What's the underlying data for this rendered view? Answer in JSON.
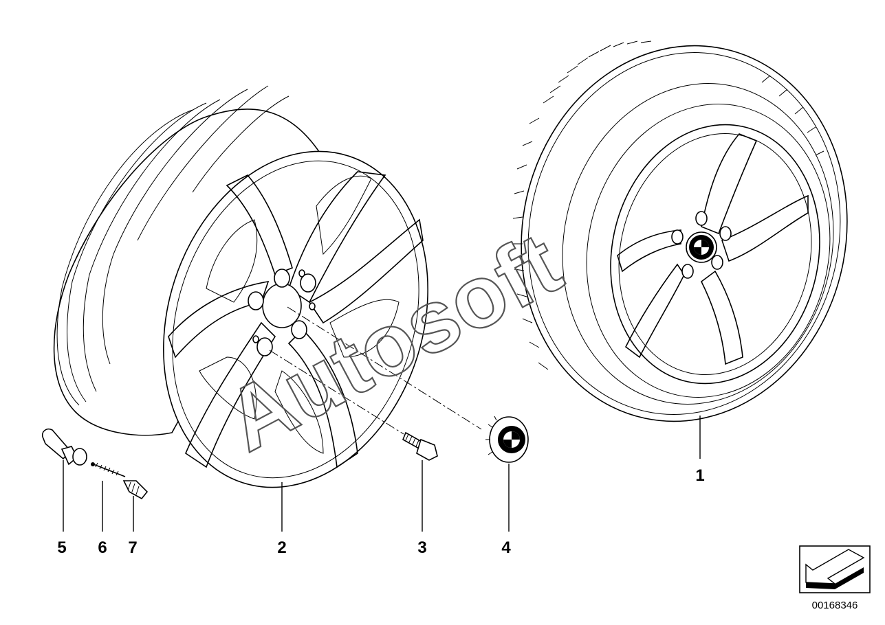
{
  "watermark": "Autosoft",
  "document_number": "00168346",
  "callouts": {
    "complete_wheel": "1",
    "light_alloy_rim": "2",
    "wheel_bolt": "3",
    "hub_cap": "4",
    "valve": "5",
    "valve_insert": "6",
    "valve_cap": "7"
  },
  "icons": {
    "direction_arrow": "arrow-down-left-icon",
    "logo": "roundel-logo-icon"
  },
  "colors": {
    "ink": "#000000",
    "paper": "#ffffff"
  }
}
